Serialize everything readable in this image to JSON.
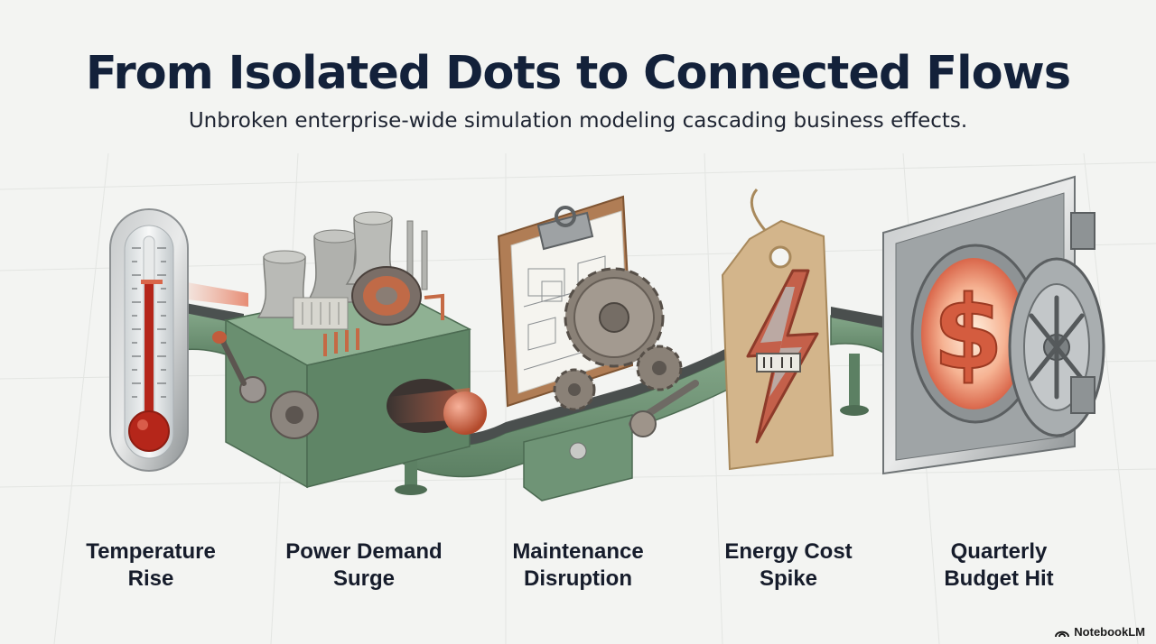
{
  "title": "From Isolated Dots to Connected Flows",
  "subtitle": "Unbroken enterprise-wide simulation modeling cascading business effects.",
  "stages": [
    {
      "line1": "Temperature",
      "line2": "Rise",
      "icon": "thermometer-icon"
    },
    {
      "line1": "Power Demand",
      "line2": "Surge",
      "icon": "power-plant-icon"
    },
    {
      "line1": "Maintenance",
      "line2": "Disruption",
      "icon": "clipboard-gear-icon"
    },
    {
      "line1": "Energy Cost",
      "line2": "Spike",
      "icon": "price-tag-lightning-icon"
    },
    {
      "line1": "Quarterly",
      "line2": "Budget Hit",
      "icon": "vault-dollar-icon"
    }
  ],
  "brand": {
    "name": "NotebookLM",
    "icon": "notebooklm-logo-icon"
  },
  "colors": {
    "title": "#13213a",
    "conveyor": "#6f9476",
    "accent_copper": "#d9664a",
    "background": "#f3f4f2"
  }
}
